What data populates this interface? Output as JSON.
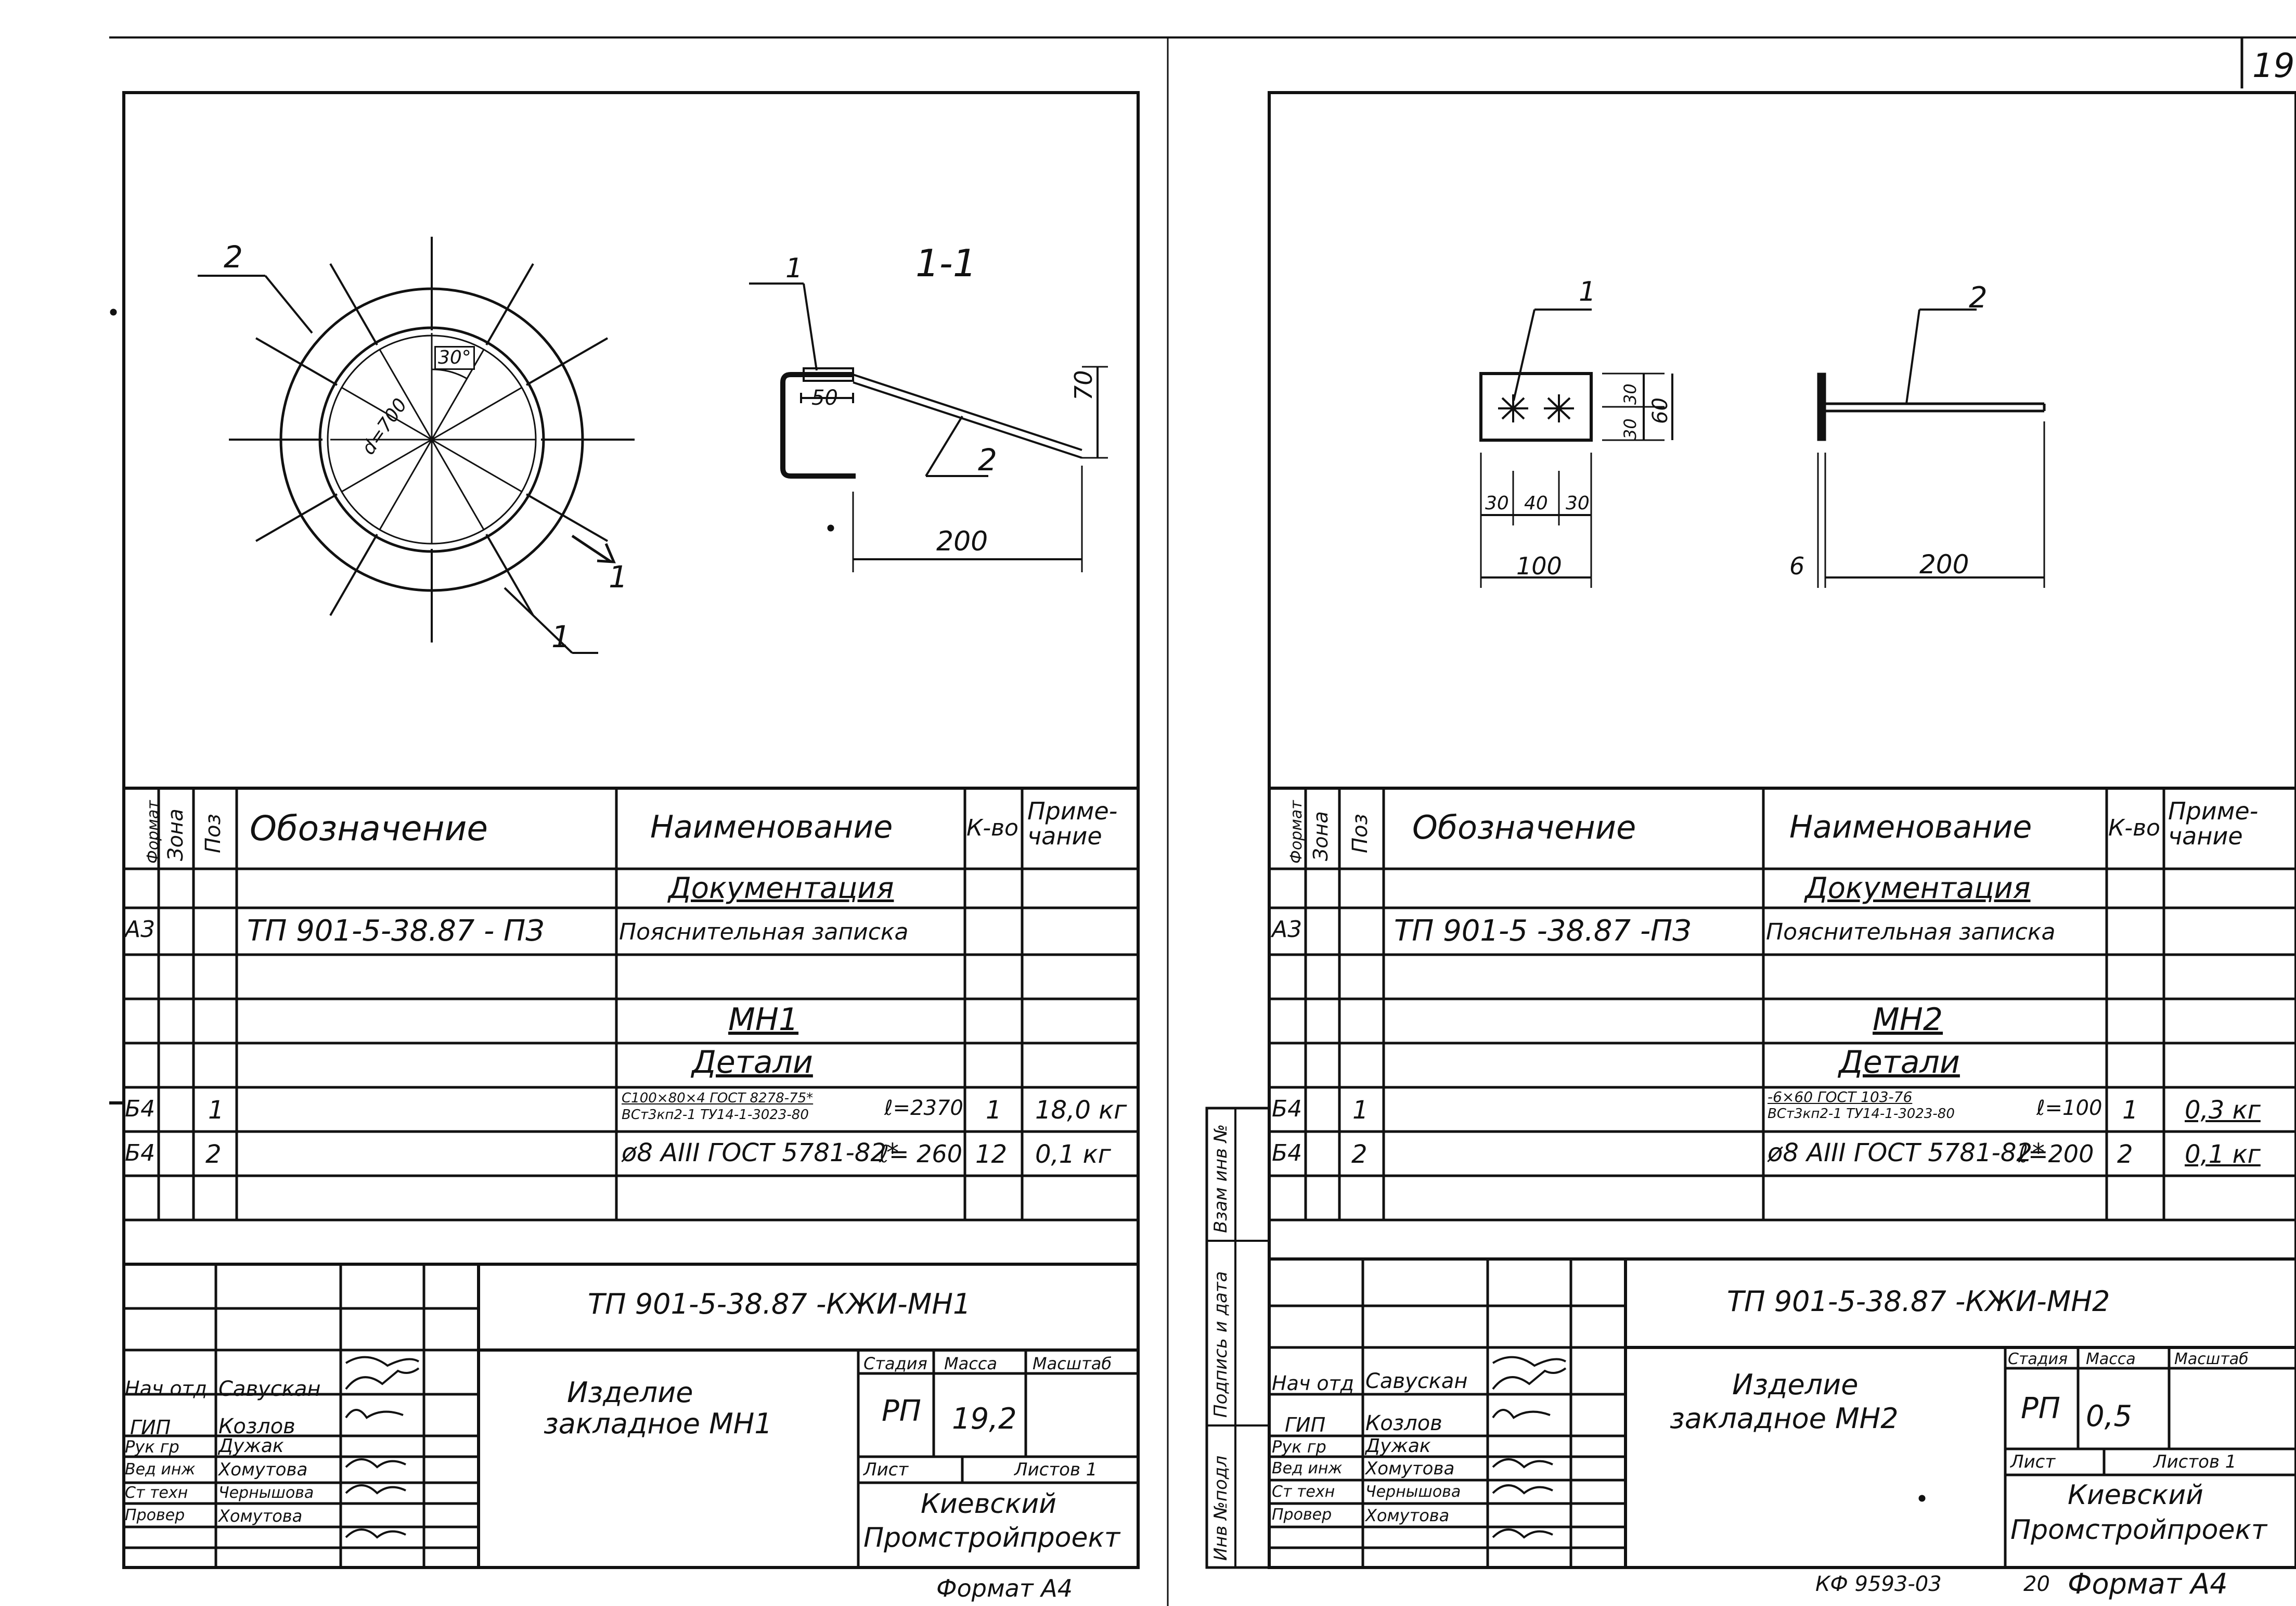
{
  "page_number": "19",
  "page_number_bottom": "20",
  "doc_code": "КФ 9593-03",
  "vertical_labels": {
    "format": "Формат",
    "zone": "Зона",
    "pos": "Поз",
    "inv_no": "Инв №подл",
    "sign_date": "Подпись и дата",
    "replace_inv": "Взам инв №"
  },
  "left": {
    "drawing": {
      "callout_2": "2",
      "callout_1": "1",
      "angle": "30°",
      "diameter": "d=700",
      "section_mark": "1",
      "section_title": "1-1",
      "sec_callout_1": "1",
      "sec_callout_2": "2",
      "dim_50": "50",
      "dim_70": "70",
      "dim_200": "200"
    },
    "spec": {
      "headers": {
        "designation": "Обозначение",
        "name": "Наименование",
        "qty": "К-во",
        "note": "Приме-\nчание"
      },
      "section_docs": "Документация",
      "doc_row": {
        "format": "А3",
        "designation": "ТП 901-5-38.87 - ПЗ",
        "name": "Пояснительная записка"
      },
      "section_product": "МН1",
      "section_parts": "Детали",
      "rows": [
        {
          "format": "Б4",
          "pos": "1",
          "name_line1": "С100×80×4 ГОСТ 8278-75*",
          "name_line2": "ВСт3кп2-1 ТУ14-1-3023-80",
          "length": "ℓ=2370",
          "qty": "1",
          "note": "18,0 кг"
        },
        {
          "format": "Б4",
          "pos": "2",
          "name": "ø8 AIII ГОСТ 5781-82*",
          "length": "ℓ= 260",
          "qty": "12",
          "note": "0,1 кг"
        }
      ]
    },
    "title_block": {
      "code": "ТП 901-5-38.87 -КЖИ-МН1",
      "product_name_line1": "Изделие",
      "product_name_line2": "закладное МН1",
      "stage_label": "Стадия",
      "mass_label": "Масса",
      "scale_label": "Масштаб",
      "stage": "РП",
      "mass": "19,2",
      "sheet_label": "Лист",
      "sheets_label": "Листов 1",
      "org_line1": "Киевский",
      "org_line2": "Промстройпроект",
      "people": [
        {
          "role": "Нач отд",
          "name": "Савускан"
        },
        {
          "role": "ГИП",
          "name": "Козлов"
        },
        {
          "role": "Рук гр",
          "name": "Дужак"
        },
        {
          "role": "Вед инж",
          "name": "Хомутова"
        },
        {
          "role": "Ст техн",
          "name": "Чернышова"
        },
        {
          "role": "Провер",
          "name": "Хомутова"
        }
      ],
      "format_label": "Формат А4"
    }
  },
  "right": {
    "drawing": {
      "callout_1": "1",
      "callout_2": "2",
      "dim_30a": "30",
      "dim_40": "40",
      "dim_30b": "30",
      "dim_100": "100",
      "dim_v30a": "30",
      "dim_v30b": "30",
      "dim_60": "60",
      "dim_6": "6",
      "dim_200": "200"
    },
    "spec": {
      "headers": {
        "designation": "Обозначение",
        "name": "Наименование",
        "qty": "К-во",
        "note": "Приме-\nчание"
      },
      "section_docs": "Документация",
      "doc_row": {
        "format": "А3",
        "designation": "ТП 901-5 -38.87 -ПЗ",
        "name": "Пояснительная записка"
      },
      "section_product": "МН2",
      "section_parts": "Детали",
      "rows": [
        {
          "format": "Б4",
          "pos": "1",
          "name_line1": "-6×60 ГОСТ 103-76",
          "name_line2": "ВСт3кп2-1 ТУ14-1-3023-80",
          "length": "ℓ=100",
          "qty": "1",
          "note": "0,3 кг"
        },
        {
          "format": "Б4",
          "pos": "2",
          "name": "ø8 AIII ГОСТ 5781-82*",
          "length": "ℓ=200",
          "qty": "2",
          "note": "0,1 кг"
        }
      ]
    },
    "title_block": {
      "code": "ТП 901-5-38.87 -КЖИ-МН2",
      "product_name_line1": "Изделие",
      "product_name_line2": "закладное МН2",
      "stage_label": "Стадия",
      "mass_label": "Масса",
      "scale_label": "Масштаб",
      "stage": "РП",
      "mass": "0,5",
      "sheet_label": "Лист",
      "sheets_label": "Листов 1",
      "org_line1": "Киевский",
      "org_line2": "Промстройпроект",
      "people": [
        {
          "role": "Нач отд",
          "name": "Савускан"
        },
        {
          "role": "ГИП",
          "name": "Козлов"
        },
        {
          "role": "Рук гр",
          "name": "Дужак"
        },
        {
          "role": "Вед инж",
          "name": "Хомутова"
        },
        {
          "role": "Ст техн",
          "name": "Чернышова"
        },
        {
          "role": "Провер",
          "name": "Хомутова"
        }
      ],
      "format_label": "Формат А4"
    }
  }
}
